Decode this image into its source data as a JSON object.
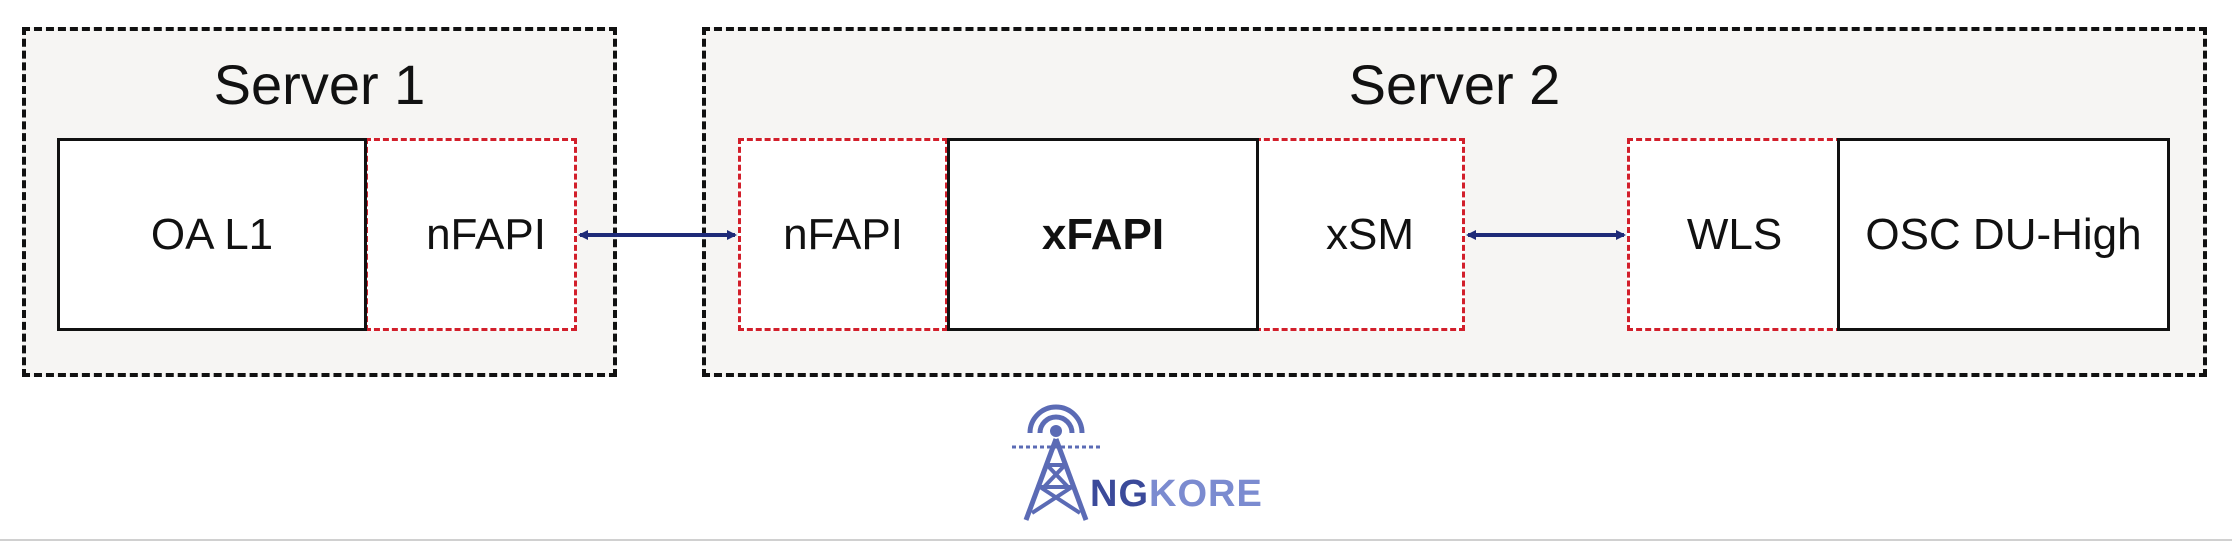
{
  "servers": [
    {
      "title": "Server 1"
    },
    {
      "title": "Server 2"
    }
  ],
  "server1": {
    "oa_l1": "OA L1",
    "nfapi": "nFAPI"
  },
  "server2": {
    "nfapi": "nFAPI",
    "xfapi": "xFAPI",
    "xsm": "xSM",
    "wls": "WLS",
    "osc_du_high": "OSC DU-High"
  },
  "logo": {
    "text_part1": "NG",
    "text_part2": "KORE",
    "icon": "radio-tower-icon",
    "colors": {
      "primary": "#5b6bb5",
      "secondary": "#7b8bd0"
    }
  },
  "colors": {
    "server_fill": "#f6f5f3",
    "dashed_red": "#d21f2b",
    "arrow": "#1e2a78"
  }
}
